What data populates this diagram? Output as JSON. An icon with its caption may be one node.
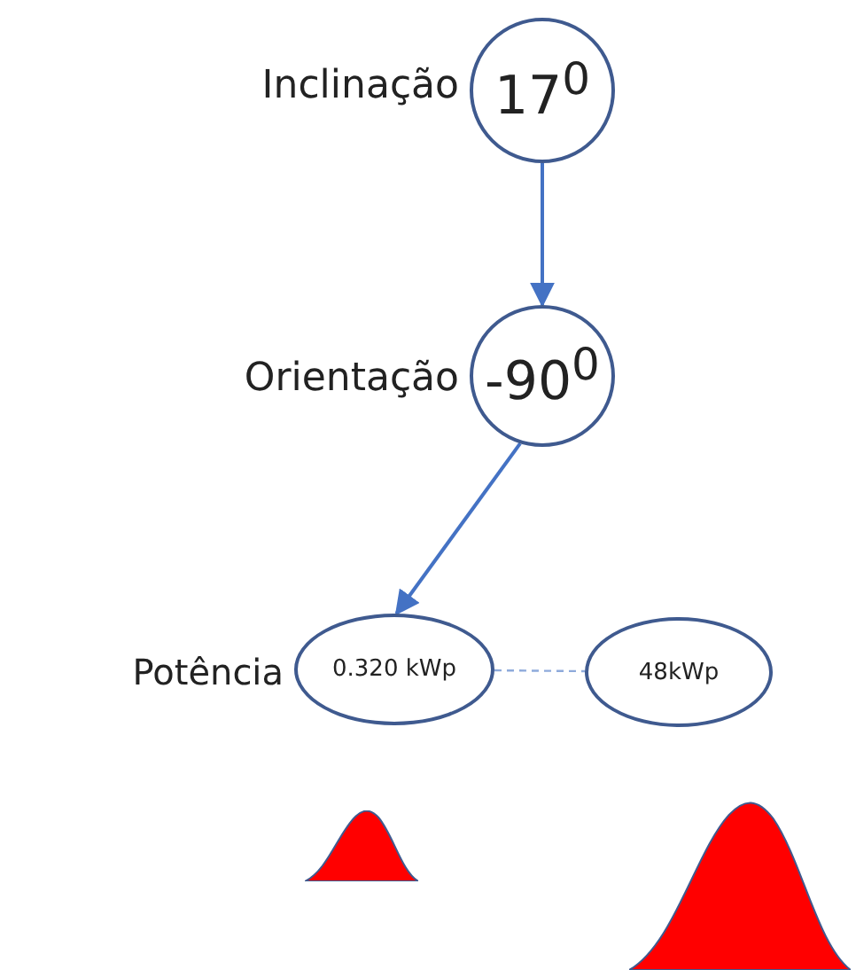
{
  "diagram": {
    "nodes": [
      {
        "text": [
          "17$^{0}$"
        ],
        "beside": [
          "Inclinação"
        ]
      },
      {
        "text": [
          "-90$^{0}$"
        ],
        "beside": [
          "Orientação"
        ]
      },
      {
        "text": [
          "0.320 kWp"
        ],
        "beside": [
          "Potência"
        ]
      },
      {
        "text": [
          "48kWp"
        ]
      },
      {
        "text": [],
        "shape": "bell"
      },
      {
        "text": [],
        "shape": "bell"
      }
    ],
    "edges": [
      {
        "from": 0,
        "to": 1,
        "arrow": "to"
      },
      {
        "from": 1,
        "to": 2,
        "arrow": "to"
      },
      {
        "from": 2,
        "to": 3,
        "arrow": "none",
        "style": "dashed",
        "color": "#8eaadb"
      }
    ]
  }
}
